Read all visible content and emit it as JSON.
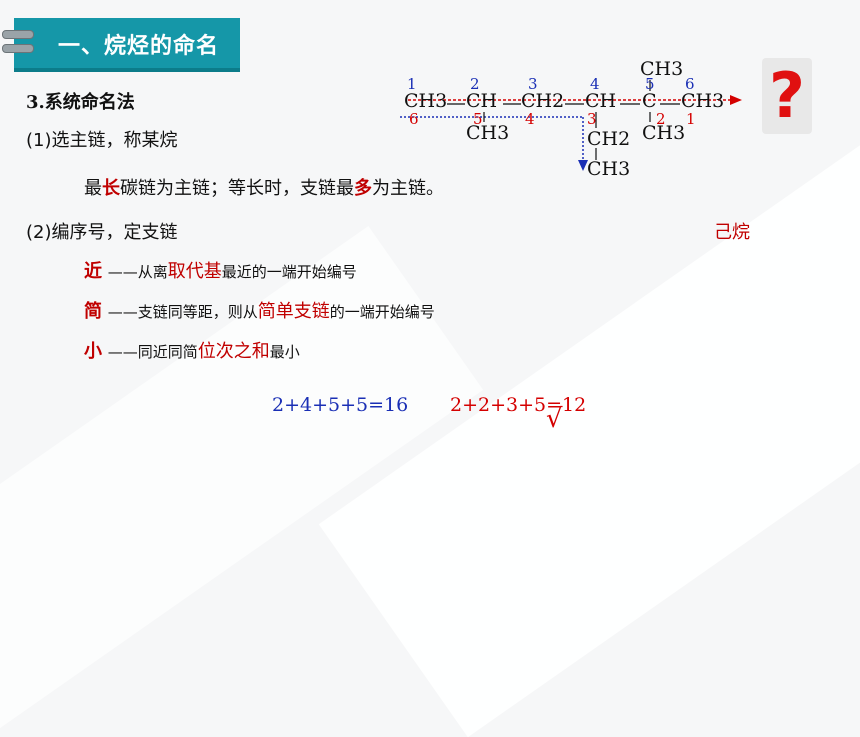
{
  "banner": {
    "title": "一、烷烃的命名"
  },
  "section": {
    "heading": "3.系统命名法",
    "step1": "(1)选主链，称某烷",
    "rule1": {
      "p1": "最",
      "k1": "长",
      "p2": "碳链为主链；等长时，支链最",
      "k2": "多",
      "p3": "为主链。"
    },
    "step2": "(2)编序号，定支链",
    "rules": [
      {
        "key": "近",
        "dash": "——从离",
        "hl": "取代基",
        "rest": "最近的一端开始编号"
      },
      {
        "key": "简",
        "dash": "——支链同等距，则从",
        "hl": "简单支链",
        "rest": "的一端开始编号"
      },
      {
        "key": "小",
        "dash": "——同近同简",
        "hl": "位次之和",
        "rest": "最小"
      }
    ],
    "answer_name": "己烷"
  },
  "structure": {
    "main_chain": [
      "CH3",
      "CH",
      "CH2",
      "CH",
      "C",
      "CH3"
    ],
    "top_substituent": "CH3",
    "bottom_substituents": [
      "CH3",
      "CH2",
      "CH3",
      "CH3"
    ],
    "numbering_blue": [
      "1",
      "2",
      "3",
      "4",
      "5",
      "6"
    ],
    "numbering_red": [
      "6",
      "5",
      "4",
      "3",
      "2",
      "1"
    ]
  },
  "sums": {
    "left": "2+4+5+5=16",
    "right": "2+2+3+5=12",
    "check_mark": "√"
  },
  "question_mark": "?",
  "colors": {
    "banner": "#1597a8",
    "red": "#c00000",
    "blue": "#1a2fb5"
  }
}
